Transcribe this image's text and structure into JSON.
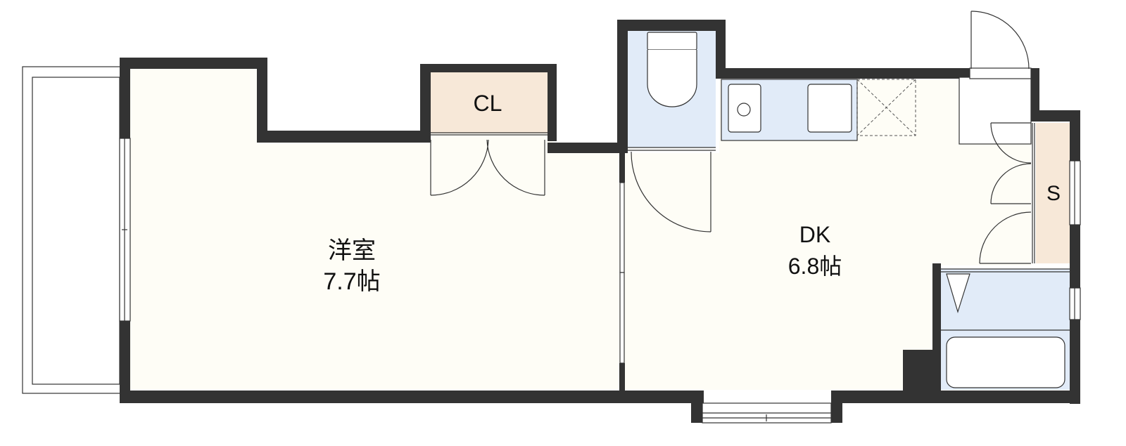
{
  "rooms": {
    "western": {
      "name": "洋室",
      "size": "7.7帖"
    },
    "dk": {
      "name": "DK",
      "size": "6.8帖"
    },
    "closet": {
      "name": "CL"
    },
    "storage": {
      "name": "S"
    }
  },
  "colors": {
    "wall": "#333333",
    "floor": "#fefdf6",
    "storage": "#f7e8d8",
    "wet_area": "#e1ebf8",
    "outline": "#333333"
  }
}
